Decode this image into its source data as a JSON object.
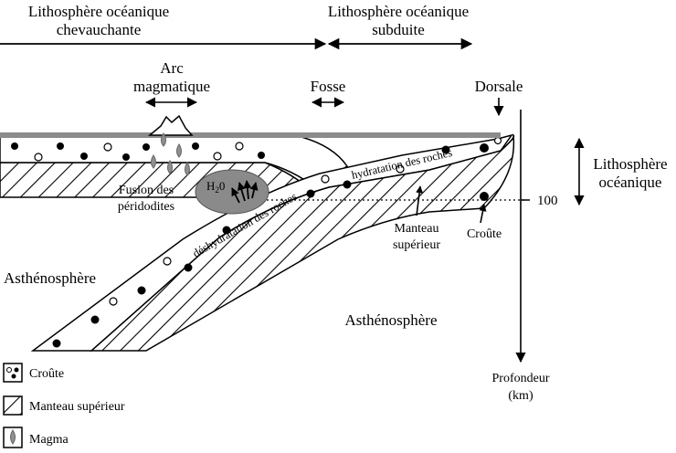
{
  "labels": {
    "litho_chev_1": "Lithosphère océanique",
    "litho_chev_2": "chevauchante",
    "litho_sub_1": "Lithosphère océanique",
    "litho_sub_2": "subduite",
    "arc_1": "Arc",
    "arc_2": "magmatique",
    "fosse": "Fosse",
    "dorsale": "Dorsale",
    "litho_right_1": "Lithosphère",
    "litho_right_2": "océanique",
    "depth_100": "100",
    "fusion_1": "Fusion des",
    "fusion_2": "péridodites",
    "h2o": "H",
    "h2o_sub": "2",
    "h2o_end": "0",
    "hydratation": "hydratation des roches",
    "deshydratation": "déshydratation des roches",
    "manteau_1": "Manteau",
    "manteau_2": "supérieur",
    "croute_label": "Croûte",
    "astheno_left": "Asthénosphère",
    "astheno_center": "Asthénosphère",
    "profondeur_1": "Profondeur",
    "profondeur_2": "(km)"
  },
  "legend": [
    {
      "label": "Croûte",
      "icon": "crust-pattern-icon"
    },
    {
      "label": "Manteau supérieur",
      "icon": "hatch-pattern-icon"
    },
    {
      "label": "Magma",
      "icon": "magma-drop-icon"
    }
  ],
  "colors": {
    "surface": "#8c8c8c",
    "melt_zone": "#8a8a8a",
    "magma": "#909090"
  }
}
